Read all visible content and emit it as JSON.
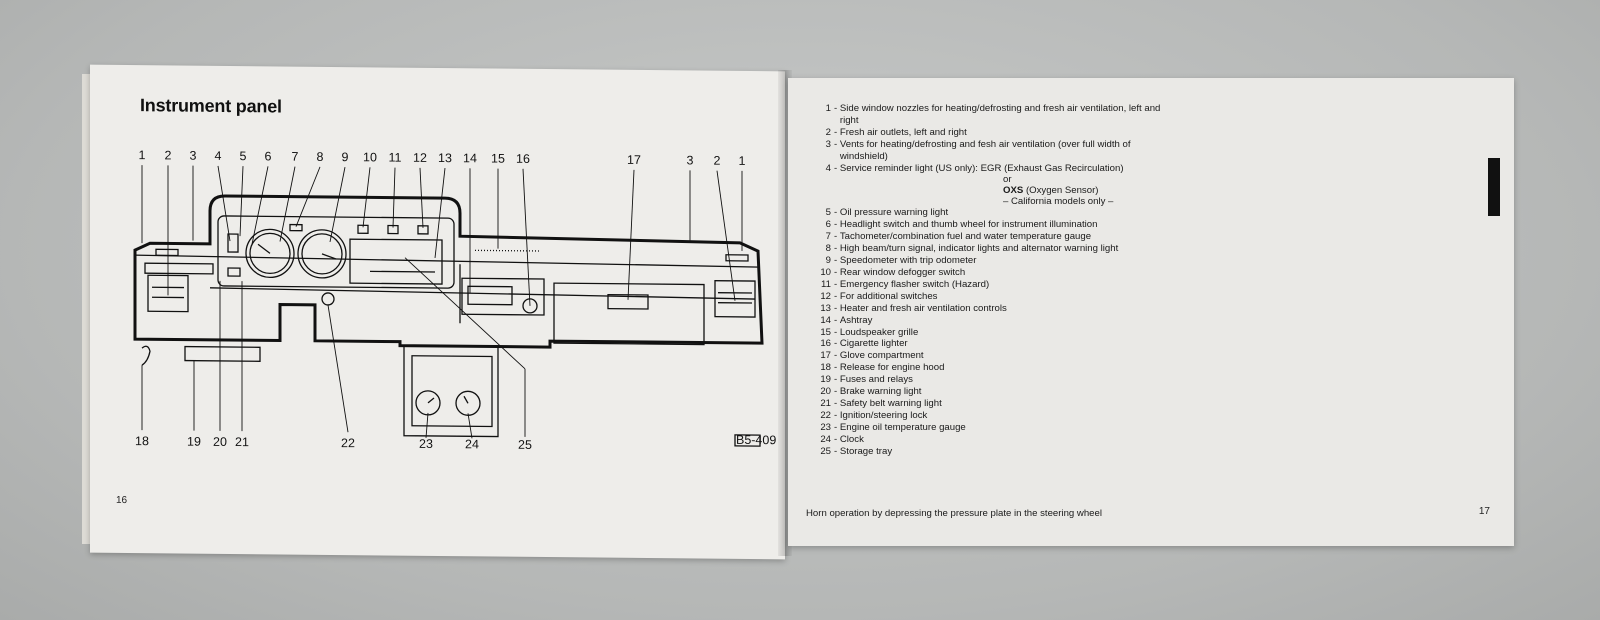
{
  "left_page": {
    "title": "Instrument panel",
    "page_number": "16",
    "figure_code": "B5-409",
    "callouts_top": [
      "1",
      "2",
      "3",
      "4",
      "5",
      "6",
      "7",
      "8",
      "9",
      "10",
      "11",
      "12",
      "13",
      "14",
      "15",
      "16",
      "17",
      "3",
      "2",
      "1"
    ],
    "callouts_bottom": [
      "18",
      "19",
      "20",
      "21",
      "22",
      "23",
      "24",
      "25"
    ]
  },
  "right_page": {
    "page_number": "17",
    "legend": [
      {
        "num": "1",
        "text": "Side window nozzles for heating/defrosting and fresh air ventilation, left and right"
      },
      {
        "num": "2",
        "text": "Fresh air outlets, left and right"
      },
      {
        "num": "3",
        "text": "Vents for heating/defrosting and fesh air ventilation (over full width of windshield)"
      },
      {
        "num": "4",
        "text": "Service reminder light (US only): EGR (Exhaust Gas Recirculation)"
      },
      {
        "num": "5",
        "text": "Oil pressure warning light"
      },
      {
        "num": "6",
        "text": "Headlight switch and thumb wheel for instrument illumination"
      },
      {
        "num": "7",
        "text": "Tachometer/combination fuel and water temperature gauge"
      },
      {
        "num": "8",
        "text": "High beam/turn signal, indicator lights and alternator warning light"
      },
      {
        "num": "9",
        "text": "Speedometer with trip odometer"
      },
      {
        "num": "10",
        "text": "Rear window defogger switch"
      },
      {
        "num": "11",
        "text": "Emergency flasher switch (Hazard)"
      },
      {
        "num": "12",
        "text": "For additional switches"
      },
      {
        "num": "13",
        "text": "Heater and fresh air ventilation controls"
      },
      {
        "num": "14",
        "text": "Ashtray"
      },
      {
        "num": "15",
        "text": "Loudspeaker grille"
      },
      {
        "num": "16",
        "text": "Cigarette lighter"
      },
      {
        "num": "17",
        "text": "Glove compartment"
      },
      {
        "num": "18",
        "text": "Release for engine hood"
      },
      {
        "num": "19",
        "text": "Fuses and relays"
      },
      {
        "num": "20",
        "text": "Brake warning light"
      },
      {
        "num": "21",
        "text": "Safety belt warning light"
      },
      {
        "num": "22",
        "text": "Ignition/steering lock"
      },
      {
        "num": "23",
        "text": "Engine oil temperature gauge"
      },
      {
        "num": "24",
        "text": "Clock"
      },
      {
        "num": "25",
        "text": "Storage tray"
      }
    ],
    "item4_extra": {
      "or": "or",
      "oxs": "OXS",
      "oxs_text": "(Oxygen Sensor)",
      "california": "– California models only –"
    },
    "footer": "Horn operation by depressing the pressure plate in the steering wheel"
  }
}
